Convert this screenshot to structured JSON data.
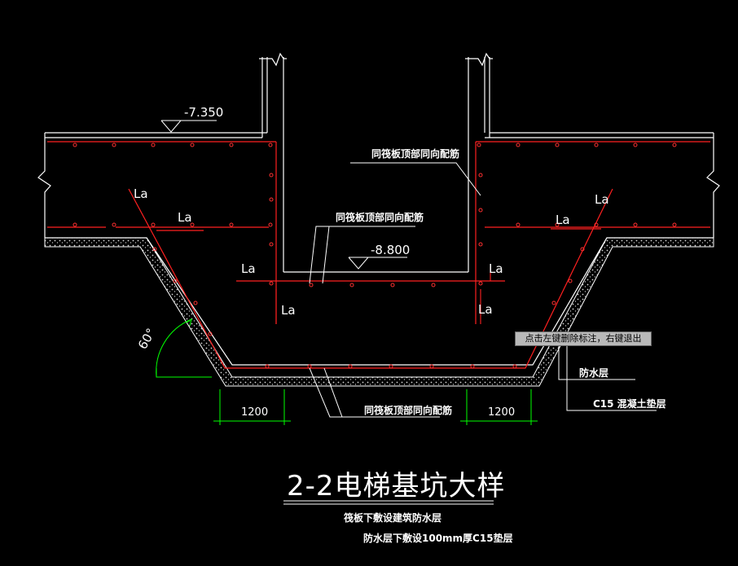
{
  "annotations": {
    "elev_top": "-7.350",
    "elev_pit": "-8.800",
    "rebar_note_top": "同筏板顶部同向配筋",
    "rebar_note_mid": "同筏板顶部同向配筋",
    "rebar_note_bottom": "同筏板顶部同向配筋",
    "waterproof_layer": "防水层",
    "cushion_layer": "C15 混凝土垫层",
    "angle": "60°",
    "dim_left": "1200",
    "dim_right": "1200"
  },
  "la_labels": [
    "La",
    "La",
    "La",
    "La",
    "La",
    "La",
    "La",
    "La"
  ],
  "title": {
    "main": "2-2电梯基坑大样",
    "note1": "筏板下敷设建筑防水层",
    "note2": "防水层下敷设100mm厚C15垫层"
  },
  "tooltip": "点击左键删除标注，右键退出",
  "colors": {
    "background": "#000000",
    "outline": "#ffffff",
    "rebar": "#ff2020",
    "dimension": "#00ff00",
    "tooltip_bg": "#b9b9b9"
  }
}
